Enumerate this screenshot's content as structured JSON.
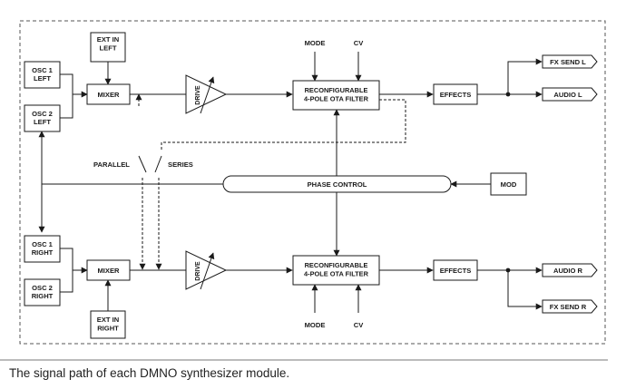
{
  "diagram": {
    "blocks": {
      "osc1_left": [
        "OSC 1",
        "LEFT"
      ],
      "osc2_left": [
        "OSC 2",
        "LEFT"
      ],
      "ext_in_left": [
        "EXT IN",
        "LEFT"
      ],
      "mixer_left": "MIXER",
      "drive_left": "DRIVE",
      "filter_left": [
        "RECONFIGURABLE",
        "4-POLE OTA FILTER"
      ],
      "mode_top": "MODE",
      "cv_top": "CV",
      "effects_left": "EFFECTS",
      "fx_send_l": "FX SEND L",
      "audio_l": "AUDIO L",
      "parallel": "PARALLEL",
      "series": "SERIES",
      "phase_control": "PHASE CONTROL",
      "mod": "MOD",
      "osc1_right": [
        "OSC 1",
        "RIGHT"
      ],
      "osc2_right": [
        "OSC 2",
        "RIGHT"
      ],
      "mixer_right": "MIXER",
      "drive_right": "DRIVE",
      "filter_right": [
        "RECONFIGURABLE",
        "4-POLE OTA FILTER"
      ],
      "effects_right": "EFFECTS",
      "audio_r": "AUDIO R",
      "fx_send_r": "FX SEND R",
      "ext_in_right": [
        "EXT IN",
        "RIGHT"
      ],
      "mode_bottom": "MODE",
      "cv_bottom": "CV"
    },
    "caption": "The signal path of each DMNO synthesizer module."
  }
}
